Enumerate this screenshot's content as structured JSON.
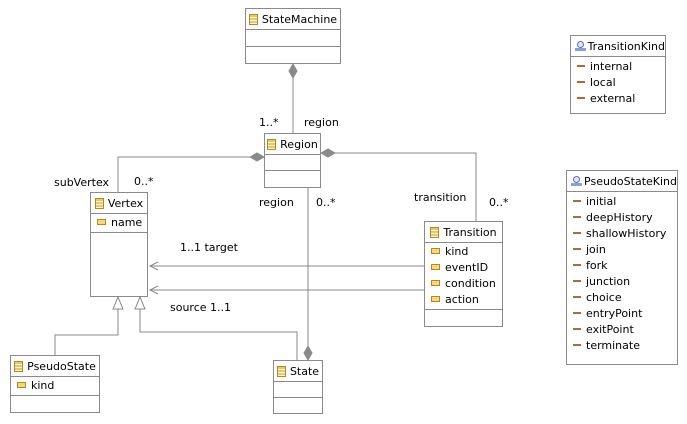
{
  "classes": {
    "state_machine": {
      "name": "StateMachine"
    },
    "region": {
      "name": "Region"
    },
    "vertex": {
      "name": "Vertex",
      "attributes": [
        "name"
      ]
    },
    "transition": {
      "name": "Transition",
      "attributes": [
        "kind",
        "eventID",
        "condition",
        "action"
      ]
    },
    "pseudo_state": {
      "name": "PseudoState",
      "attributes": [
        "kind"
      ]
    },
    "state": {
      "name": "State"
    }
  },
  "enums": {
    "transition_kind": {
      "name": "TransitionKind",
      "literals": [
        "internal",
        "local",
        "external"
      ]
    },
    "pseudo_state_kind": {
      "name": "PseudoStateKind",
      "literals": [
        "initial",
        "deepHistory",
        "shallowHistory",
        "join",
        "fork",
        "junction",
        "choice",
        "entryPoint",
        "exitPoint",
        "terminate"
      ]
    }
  },
  "labels": {
    "sm_region_mult": "1..*",
    "sm_region_role": "region",
    "subvertex_role": "subVertex",
    "subvertex_mult": "0..*",
    "state_region_role": "region",
    "state_region_mult": "0..*",
    "transition_role": "transition",
    "transition_mult": "0..*",
    "target_label": "1..1  target",
    "source_label": "source  1..1"
  },
  "colors": {
    "line": "#8a8a8a",
    "border": "#8a8a8a",
    "background": "#ffffff"
  }
}
